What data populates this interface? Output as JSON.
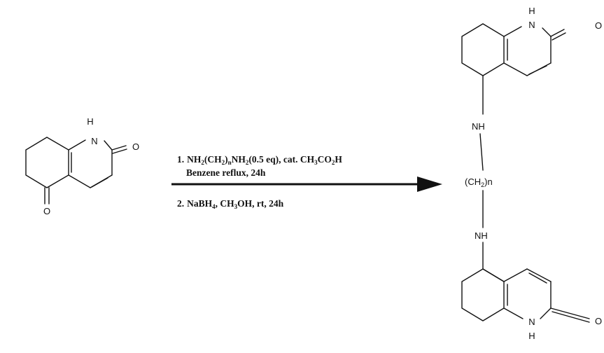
{
  "reactant": {
    "atoms": {
      "n": "N",
      "h": "H",
      "o_carbonyl": "O",
      "o_ketone": "O"
    }
  },
  "conditions": {
    "step1": {
      "num": "1.",
      "parts": [
        {
          "t": "NH"
        },
        {
          "t": "2",
          "sub": true
        },
        {
          "t": "(CH"
        },
        {
          "t": "2",
          "sub": true
        },
        {
          "t": ")"
        },
        {
          "t": "n",
          "sub": true
        },
        {
          "t": "NH"
        },
        {
          "t": "2",
          "sub": true
        },
        {
          "t": "(0.5 eq), cat. CH"
        },
        {
          "t": "3",
          "sub": true
        },
        {
          "t": "CO"
        },
        {
          "t": "2",
          "sub": true
        },
        {
          "t": "H"
        }
      ],
      "line2": "Benzene reflux, 24h"
    },
    "step2": {
      "num": "2.",
      "parts": [
        {
          "t": "NaBH"
        },
        {
          "t": "4",
          "sub": true
        },
        {
          "t": ", CH"
        },
        {
          "t": "3",
          "sub": true
        },
        {
          "t": "OH, rt, 24h"
        }
      ]
    }
  },
  "product": {
    "top_atoms": {
      "h": "H",
      "n": "N",
      "o": "O"
    },
    "linker": {
      "nh_top": "NH",
      "chain": [
        {
          "t": "(CH"
        },
        {
          "t": "2",
          "sub": true
        },
        {
          "t": ")n"
        }
      ],
      "nh_bottom": "NH"
    },
    "bottom_atoms": {
      "n": "N",
      "h": "H",
      "o": "O"
    }
  }
}
